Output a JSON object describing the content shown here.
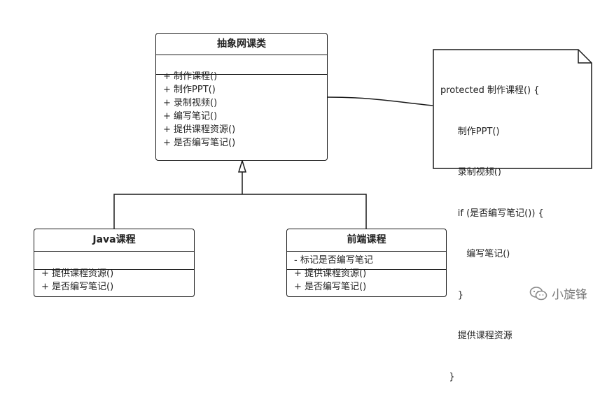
{
  "classes": {
    "abstract_course": {
      "name": "抽象网课类",
      "attributes": [],
      "operations": [
        "+ 制作课程()",
        "+ 制作PPT()",
        "+ 录制视频()",
        "+ 编写笔记()",
        "+ 提供课程资源()",
        "+ 是否编写笔记()"
      ]
    },
    "java_course": {
      "name": "Java课程",
      "attributes": [],
      "operations": [
        "+ 提供课程资源()",
        "+ 是否编写笔记()"
      ]
    },
    "frontend_course": {
      "name": "前端课程",
      "attributes": [
        "- 标记是否编写笔记"
      ],
      "operations": [
        "+ 提供课程资源()",
        "+ 是否编写笔记()"
      ]
    }
  },
  "note": {
    "lines": [
      "protected 制作课程() {",
      "      制作PPT()",
      "      录制视频()",
      "      if (是否编写笔记()) {",
      "         编写笔记()",
      "      }",
      "      提供课程资源",
      "   }"
    ]
  },
  "relations": [
    {
      "type": "generalization",
      "from": "java_course",
      "to": "abstract_course"
    },
    {
      "type": "generalization",
      "from": "frontend_course",
      "to": "abstract_course"
    },
    {
      "type": "note-link",
      "from": "abstract_course",
      "to": "note"
    }
  ],
  "watermark": {
    "text": "小旋锋",
    "icon": "wechat-icon"
  },
  "colors": {
    "line": "#1a1a1a",
    "watermark": "#7a7a7a"
  }
}
